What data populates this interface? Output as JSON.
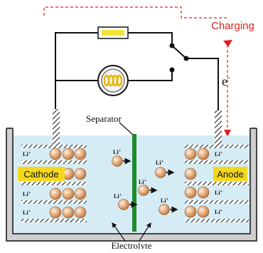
{
  "labels": {
    "charging": "Charging",
    "separator": "Separator",
    "electrolyte": "Electrolyte",
    "cathode": "Cathode",
    "anode": "Anode",
    "electron": "e",
    "electron_sup": "-",
    "li_ion": "Li",
    "li_sup": "+"
  },
  "colors": {
    "electrolyte": "#d6ecf5",
    "separator": "#1e8a2e",
    "electrode_label_bg": "#f5d81e",
    "particle": "#d9a070",
    "particle_highlight": "#fff0e0",
    "charging_path": "#e02020",
    "wire": "#111111",
    "resistor": "#f2e23a",
    "bulb_filament": "#e6b800"
  },
  "icons": [
    "resistor-icon",
    "light-bulb-icon",
    "switch-icon",
    "arrow-right-icon"
  ]
}
